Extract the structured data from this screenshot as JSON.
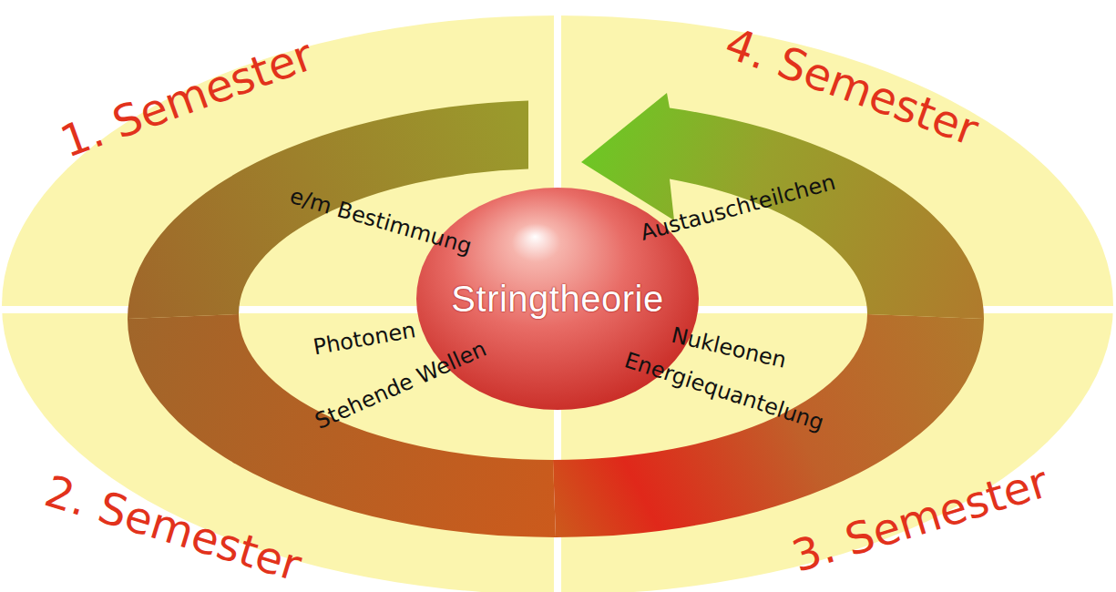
{
  "diagram": {
    "nodes": [
      {
        "text": [
          "Stringtheorie"
        ]
      }
    ],
    "labels": [
      "1. Semester",
      "e/m Bestimmung",
      "Photonen",
      "Stehende Wellen",
      "2. Semester",
      "3. Semester",
      "Nukleonen",
      "Energiequantelung",
      "Austauschteilchen",
      "4. Semester"
    ]
  }
}
